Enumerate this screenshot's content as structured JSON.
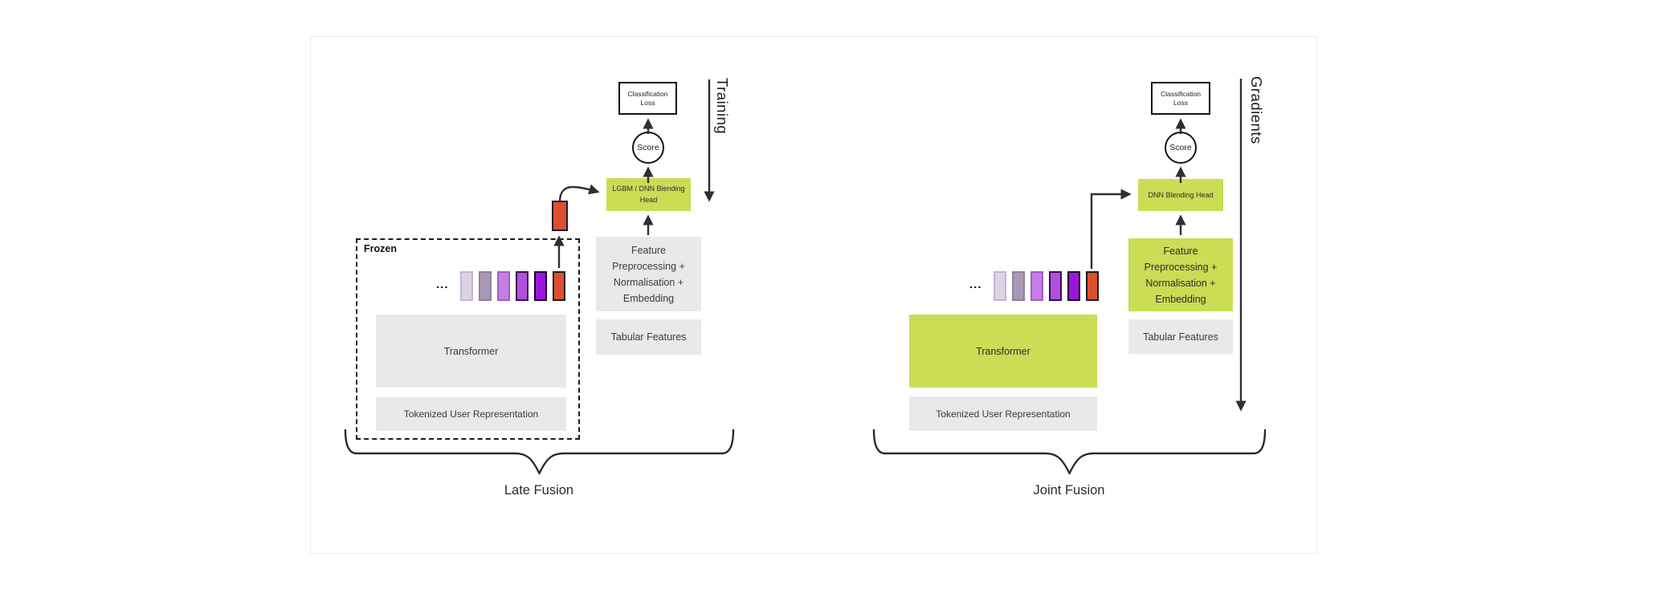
{
  "palette": {
    "green": "#cbdc55",
    "gray": "#e9e9e9",
    "ink": "#141414",
    "arrow": "#2f2f2f",
    "orange": "#dd4f2e"
  },
  "tokens": {
    "ellipsis": "...",
    "fills": [
      "#ded2e6",
      "#a998b6",
      "#c77ee4",
      "#b14fe0",
      "#9b15dd",
      "#dd4f2e"
    ],
    "borders": [
      "#c4b4d2",
      "#90809c",
      "#a05ec2",
      "#3a0d4d",
      "#20032c",
      "#1c1c1c"
    ]
  },
  "left": {
    "caption": "Late Fusion",
    "flow_label": "Training",
    "frozen_label": "Frozen",
    "classification_loss": "Classification Loss",
    "score": "Score",
    "blending_head": "LGBM / DNN Blending\nHead",
    "feature_processing": "Feature\nPreprocessing +\nNormalisation +\nEmbedding",
    "tabular_features": "Tabular Features",
    "transformer": "Transformer",
    "tokenized_user_representation": "Tokenized User Representation"
  },
  "right": {
    "caption": "Joint Fusion",
    "flow_label": "Gradients",
    "classification_loss": "Classification Loss",
    "score": "Score",
    "blending_head": "DNN Blending Head",
    "feature_processing": "Feature\nPreprocessing +\nNormalisation +\nEmbedding",
    "tabular_features": "Tabular Features",
    "transformer": "Transformer",
    "tokenized_user_representation": "Tokenized User Representation"
  }
}
